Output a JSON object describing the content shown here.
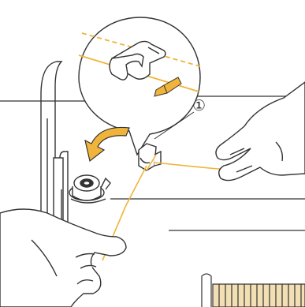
{
  "diagram": {
    "callout_label": "①",
    "colors": {
      "thread": "#f0b43a",
      "arrow": "#f0b43a",
      "line": "#333333",
      "spool_fill": "#f3dfb4",
      "background": "#ffffff"
    },
    "icons": [
      "thread-guide",
      "bobbin-winder",
      "thread-spool",
      "hand"
    ]
  }
}
